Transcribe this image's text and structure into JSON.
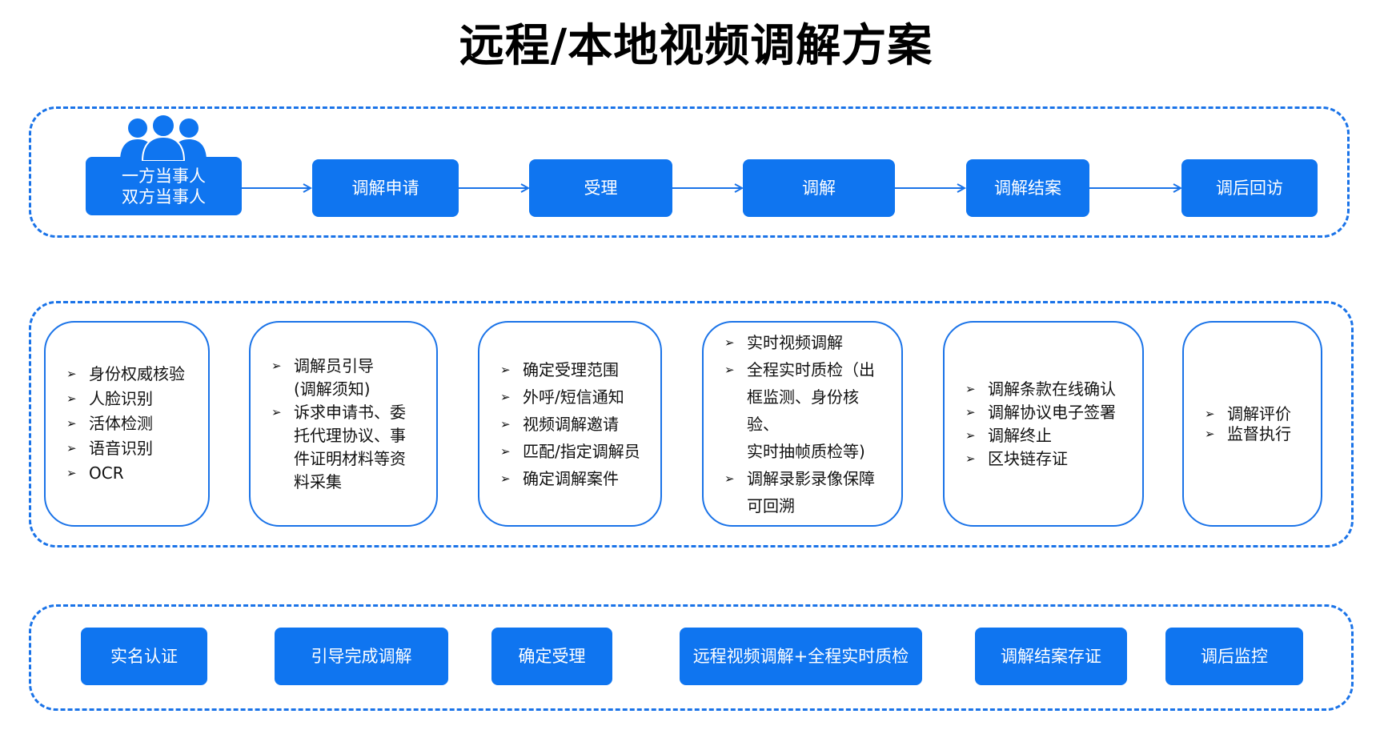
{
  "title": "远程/本地视频调解方案",
  "colors": {
    "accent": "#0f75f0",
    "border": "#1a73e8"
  },
  "flow": {
    "icon": "people-group-icon",
    "steps": [
      {
        "lines": [
          "一方当事人",
          "双方当事人"
        ]
      },
      {
        "lines": [
          "调解申请"
        ]
      },
      {
        "lines": [
          "受理"
        ]
      },
      {
        "lines": [
          "调解"
        ]
      },
      {
        "lines": [
          "调解结案"
        ]
      },
      {
        "lines": [
          "调后回访"
        ]
      }
    ]
  },
  "details": [
    {
      "items": [
        "身份权威核验",
        "人脸识别",
        "活体检测",
        "语音识别",
        "OCR"
      ]
    },
    {
      "items": [
        [
          "调解员引导",
          "(调解须知)"
        ],
        [
          "诉求申请书、委",
          "托代理协议、事",
          "件证明材料等资",
          "料采集"
        ]
      ]
    },
    {
      "items": [
        "确定受理范围",
        "外呼/短信通知",
        "视频调解邀请",
        "匹配/指定调解员",
        "确定调解案件"
      ]
    },
    {
      "items": [
        "实时视频调解",
        [
          "全程实时质检（出",
          "框监测、身份核验、",
          "实时抽帧质检等)"
        ],
        [
          "调解录影录像保障",
          "可回溯"
        ]
      ]
    },
    {
      "items": [
        "调解条款在线确认",
        "调解协议电子签署",
        "调解终止",
        "区块链存证"
      ]
    },
    {
      "items": [
        "调解评价",
        "监督执行"
      ]
    }
  ],
  "summary": [
    "实名认证",
    "引导完成调解",
    "确定受理",
    "远程视频调解+全程实时质检",
    "调解结案存证",
    "调后监控"
  ]
}
